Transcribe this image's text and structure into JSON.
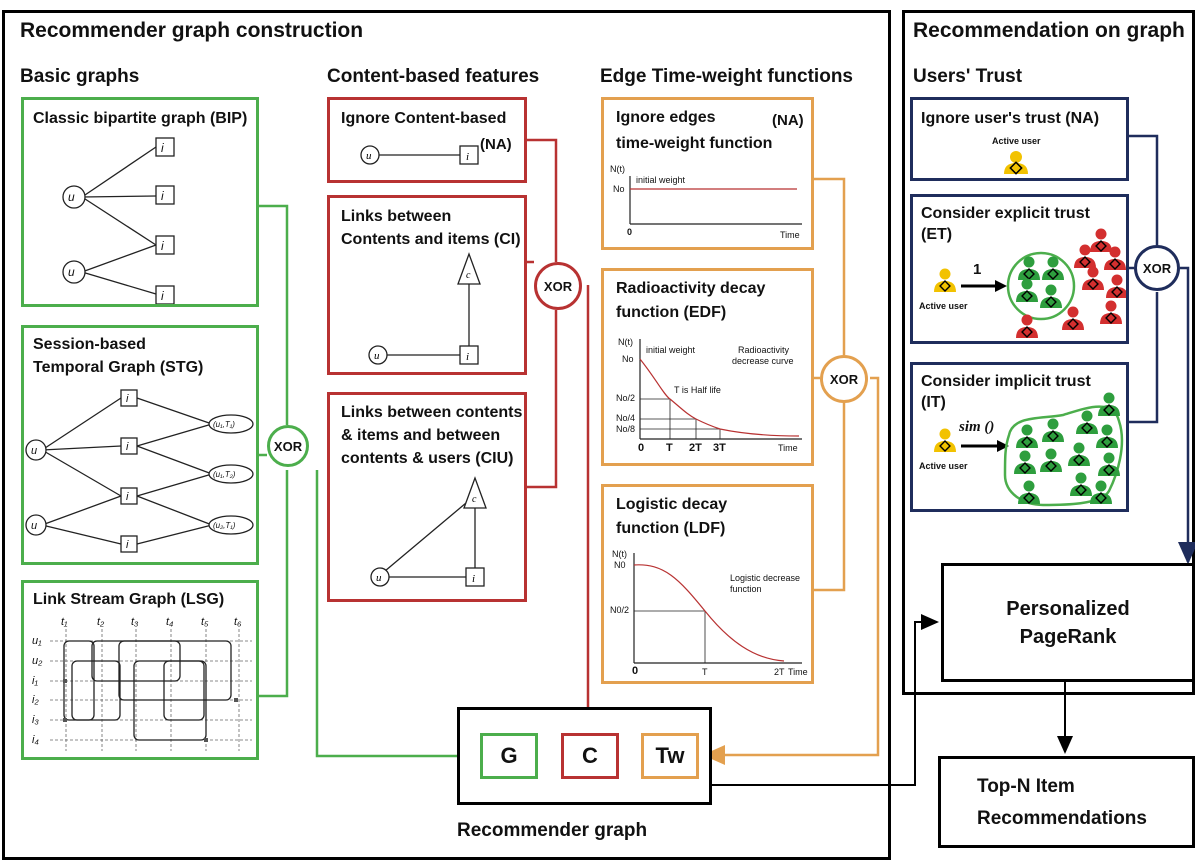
{
  "panels": {
    "construction_title": "Recommender graph construction",
    "recommendation_title": "Recommendation on graph"
  },
  "columns": {
    "basic_graphs": "Basic graphs",
    "content_features": "Content-based features",
    "time_weight": "Edge Time-weight functions",
    "users_trust": "Users' Trust"
  },
  "basic": {
    "bip": {
      "title": "Classic bipartite graph (BIP)"
    },
    "stg": {
      "title_line1": "Session-based",
      "title_line2": "Temporal Graph (STG)"
    },
    "lsg": {
      "title": "Link Stream Graph (LSG)"
    },
    "node_u": "u",
    "node_i": "i",
    "time_labels": [
      "t1",
      "t2",
      "t3",
      "t4",
      "t5",
      "t6"
    ],
    "row_labels": [
      "u1",
      "u2",
      "i1",
      "i2",
      "i3",
      "i4"
    ],
    "stg_session_labels": [
      "(u1,T1)",
      "(u1,T2)",
      "(u2,T1)"
    ]
  },
  "content": {
    "na": {
      "title": "Ignore Content-based",
      "tag": "(NA)"
    },
    "ci": {
      "title_line1": "Links between",
      "title_line2": "Contents and items (CI)"
    },
    "ciu": {
      "title_line1": "Links between contents",
      "title_line2": "& items and between",
      "title_line3": "contents & users  (CIU)"
    },
    "node_c": "c"
  },
  "time": {
    "na": {
      "title_line1": "Ignore edges",
      "tag": "(NA)",
      "title_line2": "time-weight function",
      "ylabel": "N(t)",
      "y_tick": "No",
      "annotation": "initial weight",
      "x0": "0",
      "xlabel": "Time"
    },
    "edf": {
      "title_line1": "Radioactivity decay",
      "title_line2": "function (EDF)",
      "ylabel": "N(t)",
      "annotation": "initial weight",
      "half_life": "T is Half life",
      "curve_line1": "Radioactivity",
      "curve_line2": "decrease curve",
      "y_ticks": [
        "No",
        "No/2",
        "No/4",
        "No/8"
      ],
      "x_ticks": [
        "0",
        "T",
        "2T",
        "3T"
      ],
      "xlabel": "Time"
    },
    "ldf": {
      "title_line1": "Logistic decay",
      "title_line2": "function (LDF)",
      "ylabel": "N(t)",
      "curve_line1": "Logistic decrease",
      "curve_line2": "function",
      "y_ticks": [
        "N0",
        "N0/2"
      ],
      "x_ticks": [
        "0",
        "T",
        "2T"
      ],
      "xlabel": "Time"
    }
  },
  "trust": {
    "na": {
      "title": "Ignore user's trust  (NA)",
      "active_user": "Active user"
    },
    "et": {
      "title_line1": "Consider explicit trust",
      "title_line2": "(ET)",
      "edge_label": "1",
      "active_user": "Active user"
    },
    "it": {
      "title_line1": "Consider implicit trust",
      "title_line2": "(IT)",
      "edge_label": "sim ()",
      "active_user": "Active user"
    }
  },
  "xor_label": "XOR",
  "graph": {
    "g": "G",
    "c": "C",
    "tw": "Tw",
    "caption": "Recommender graph"
  },
  "pagerank": {
    "line1": "Personalized",
    "line2": "PageRank"
  },
  "topn": {
    "line1": "Top-N Item",
    "line2": "Recommendations"
  },
  "colors": {
    "green": "#4cae4c",
    "red": "#b83232",
    "orange": "#e3a04f",
    "navy": "#1f2d5c",
    "user_red": "#d32f2f",
    "user_green": "#2e9e3e",
    "user_yellow": "#f2c200"
  }
}
